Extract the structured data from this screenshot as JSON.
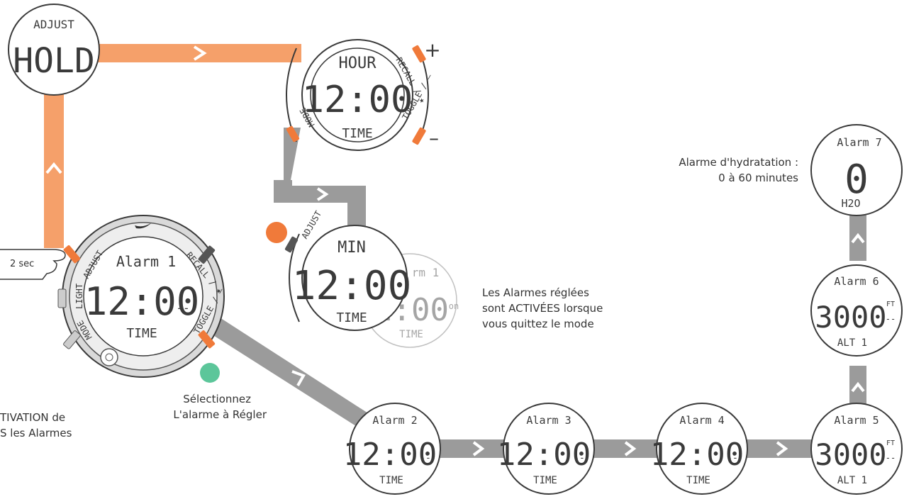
{
  "adjust_hold": {
    "top": "ADJUST",
    "main": "HOLD"
  },
  "hour_screen": {
    "top": "HOUR",
    "time": "12:00",
    "bottom": "TIME",
    "btn_top": "RECALL / ★",
    "btn_bottom": "TOGGLE / –",
    "btn_left": "MODE"
  },
  "plus_sign": "+",
  "minus_sign": "–",
  "min_screen": {
    "top": "MIN",
    "time": "12:00",
    "bottom": "TIME",
    "btn_left": "ADJUST"
  },
  "ghost_screen": {
    "top": "rm 1",
    "time": "2:00",
    "suffix": "on",
    "bottom": "TIME"
  },
  "watch": {
    "top": "Alarm 1",
    "time": "12:00",
    "suffix": "--",
    "bottom": "TIME",
    "btn_adjust": "ADJUST",
    "btn_light": "LIGHT",
    "btn_mode": "MODE",
    "btn_recall": "RECALL / ★",
    "btn_toggle": "TOGGLE / –"
  },
  "two_sec": "2 sec",
  "alarms_enabled_note": {
    "line1": "Les Alarmes réglées",
    "line2": "sont ACTIVÉES lorsque",
    "line3": "vous quittez le mode"
  },
  "select_note": {
    "line1": "Sélectionnez",
    "line2": "L'alarme à Régler"
  },
  "activation_note": {
    "line1": "TIVATION de",
    "line2": "S les Alarmes"
  },
  "hydration_note": {
    "line1": "Alarme d'hydratation :",
    "line2": "0 à 60 minutes"
  },
  "alarm2": {
    "top": "Alarm 2",
    "time": "12:00",
    "suffix": "--",
    "bottom": "TIME"
  },
  "alarm3": {
    "top": "Alarm 3",
    "time": "12:00",
    "suffix": "--",
    "bottom": "TIME"
  },
  "alarm4": {
    "top": "Alarm 4",
    "time": "12:00",
    "suffix": "--",
    "bottom": "TIME"
  },
  "alarm5": {
    "top": "Alarm 5",
    "value": "3000",
    "unit": "FT",
    "suffix": "--",
    "bottom": "ALT 1"
  },
  "alarm6": {
    "top": "Alarm 6",
    "value": "3000",
    "unit": "FT",
    "suffix": "--",
    "bottom": "ALT 1"
  },
  "alarm7": {
    "top": "Alarm 7",
    "value": "0",
    "bottom": "H2O"
  },
  "colors": {
    "orange_path": "#f5a06a",
    "gray_path": "#9b9b9b",
    "orange_dot": "#f07a3a",
    "green_dot": "#5cc69a",
    "orange_button": "#f07a3a"
  }
}
